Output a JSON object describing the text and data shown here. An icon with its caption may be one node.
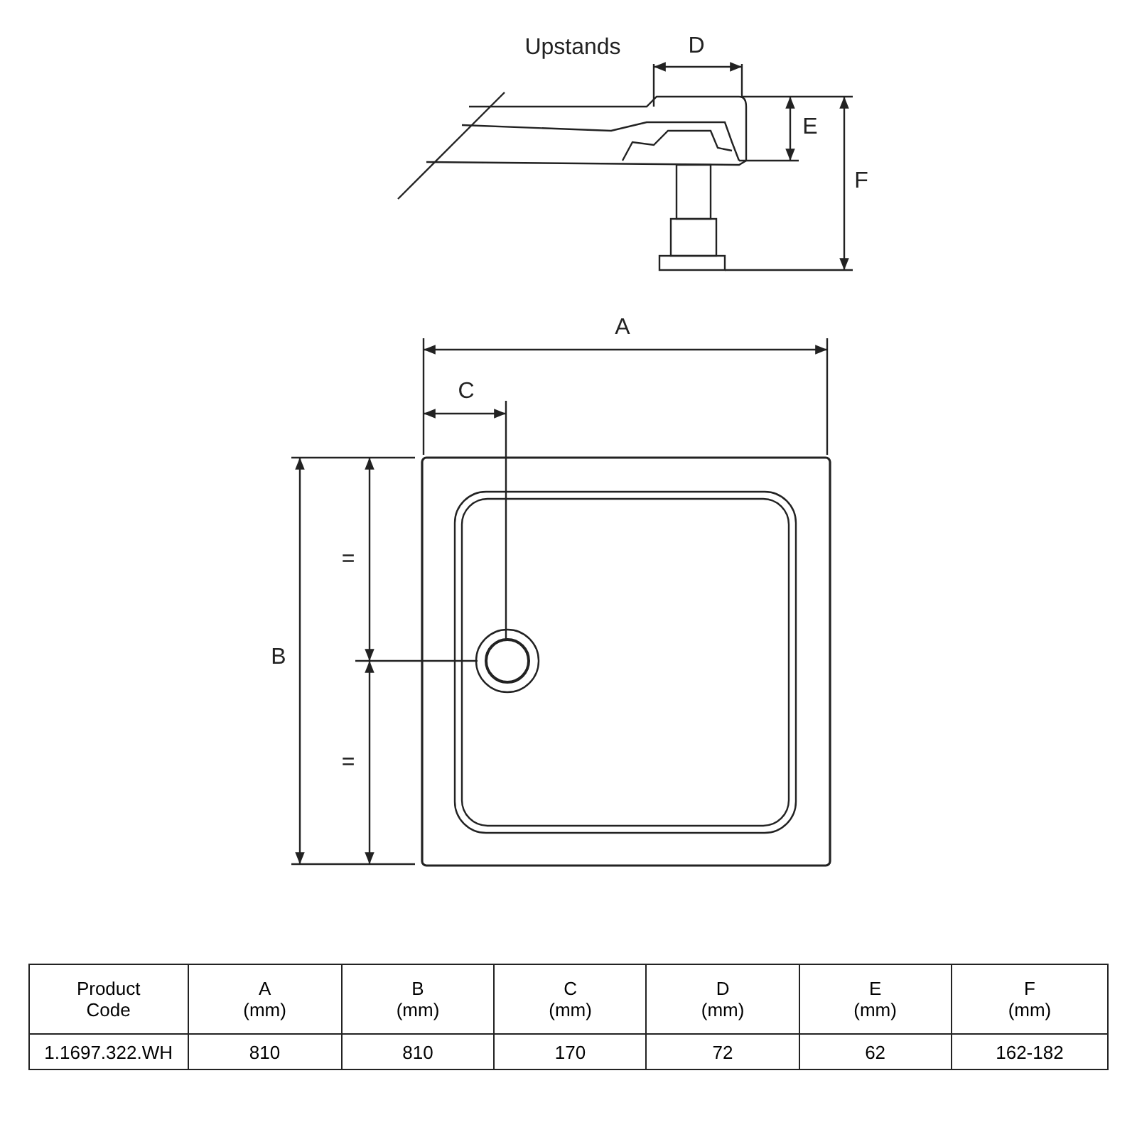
{
  "diagram": {
    "labels": [
      "Upstands",
      "D",
      "E",
      "F",
      "A",
      "C",
      "B",
      "=",
      "=",
      "Product Code",
      "A (mm)",
      "B (mm)",
      "C (mm)",
      "D (mm)",
      "E (mm)",
      "F (mm)",
      "1.1697.322.WH",
      "810",
      "810",
      "170",
      "72",
      "62",
      "162-182"
    ]
  }
}
